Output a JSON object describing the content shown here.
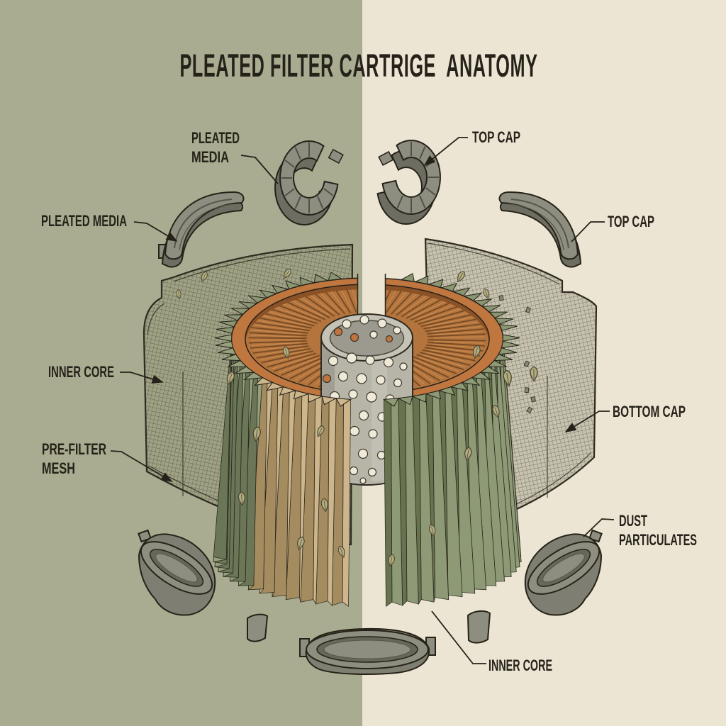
{
  "title": "PLEATED FILTER CARTRIGE  ANATOMY",
  "labels": {
    "top_pleated_media": [
      "PLEATED",
      "MEDIA"
    ],
    "top_top_cap": "TOP CAP",
    "left_pleated_media": "PLEATED MEDIA",
    "right_top_cap": "TOP CAP",
    "left_inner_core": "INNER CORE",
    "pre_filter_mesh": [
      "PRE-FILTER",
      "MESH"
    ],
    "bottom_cap": "BOTTOM CAP",
    "dust_particulates": [
      "DUST",
      "PARTICULATES"
    ],
    "bottom_inner_core": "INNER CORE"
  },
  "palette": {
    "bg_left": "#a9ac90",
    "bg_right": "#ece5d3",
    "ink": "#26221a",
    "cap_face": "#8d8d80",
    "cap_side": "#6d6d62",
    "pleat_green_light": "#96a07c",
    "pleat_green_dark": "#6a7656",
    "pleat_green_light2": "#8e9a76",
    "pleat_green_dark2": "#67724f",
    "pleat_tan_light": "#cdb68c",
    "pleat_tan_dark": "#a58c60",
    "crown_green": "#8a9571",
    "ring_orange": "#bf763f",
    "ring_shadow": "#8a5226",
    "inner_orange": "#b3743d",
    "pleat_line_orange": "#6b431f",
    "pleat_hi_orange": "#cf9157",
    "tube_gray": "#b7b5a8",
    "hole_cream": "#efe9d8",
    "hole_orange": "#c07440",
    "leaf_olive": "#b4ad7e",
    "mesh_line": "#2e2a20"
  }
}
